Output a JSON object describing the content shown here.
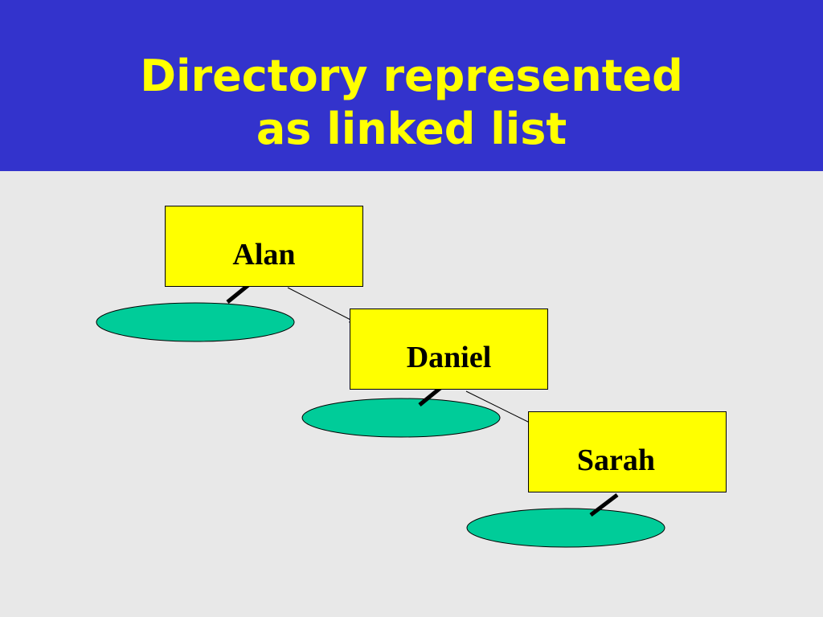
{
  "title": {
    "line1": "Directory represented",
    "line2": "as linked list"
  },
  "colors": {
    "title_background": "#3333cc",
    "title_text": "#ffff00",
    "body_background": "#e8e8e8",
    "node_fill": "#ffff00",
    "file_fill": "#00cc99"
  },
  "nodes": [
    {
      "label": "Alan"
    },
    {
      "label": "Daniel"
    },
    {
      "label": "Sarah"
    }
  ]
}
